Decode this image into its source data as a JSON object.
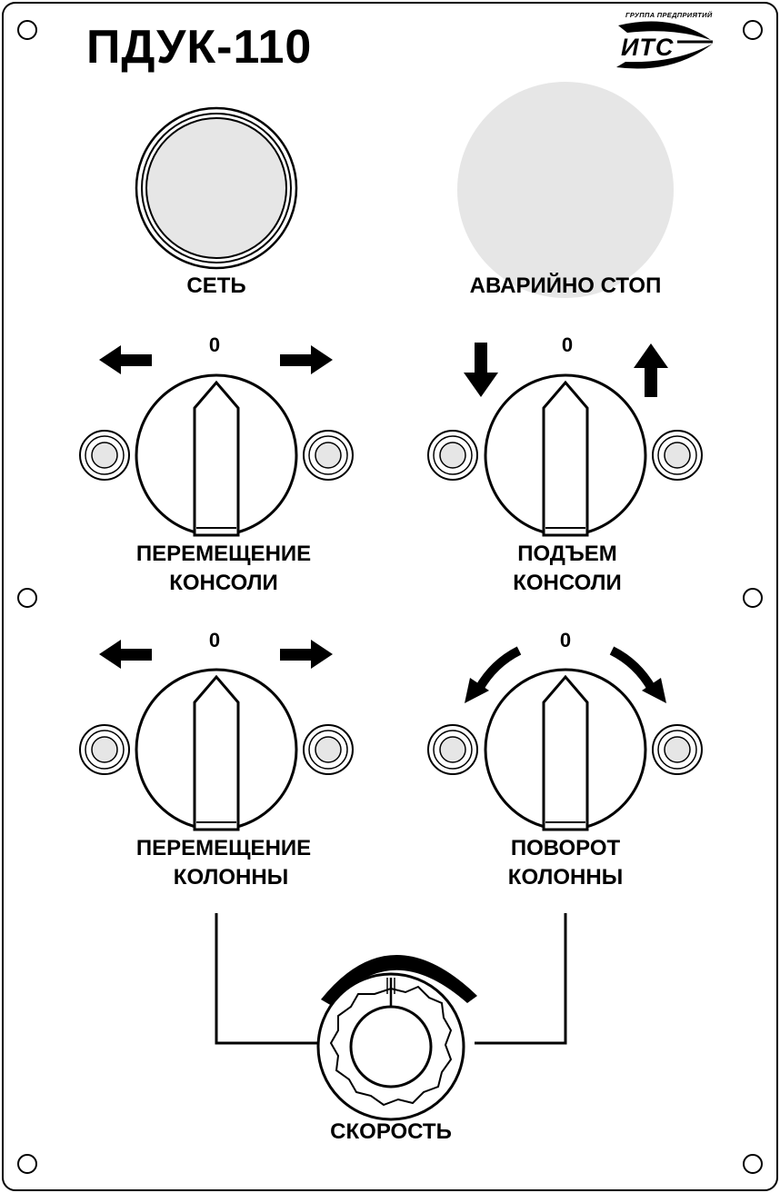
{
  "panel": {
    "title": "ПДУК-110",
    "logo": {
      "tagline": "ГРУППА ПРЕДПРИЯТИЙ",
      "name": "ИТС"
    }
  },
  "indicators": {
    "power_label": "СЕТЬ",
    "emergency_label": "АВАРИЙНО СТОП"
  },
  "switches": [
    {
      "zero": "0",
      "line1": "ПЕРЕМЕЩЕНИЕ",
      "line2": "КОНСОЛИ",
      "arrows": "left-right"
    },
    {
      "zero": "0",
      "line1": "ПОДЪЕМ",
      "line2": "КОНСОЛИ",
      "arrows": "down-up"
    },
    {
      "zero": "0",
      "line1": "ПЕРЕМЕЩЕНИЕ",
      "line2": "КОЛОННЫ",
      "arrows": "left-right"
    },
    {
      "zero": "0",
      "line1": "ПОВОРОТ",
      "line2": "КОЛОННЫ",
      "arrows": "rotate"
    }
  ],
  "speed": {
    "label": "СКОРОСТЬ"
  },
  "colors": {
    "stroke": "#000000",
    "fill_grey": "#e6e6e6",
    "background": "#ffffff"
  }
}
